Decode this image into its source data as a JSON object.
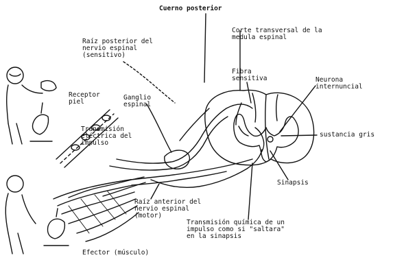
{
  "labels": {
    "cuerno_posterior": "Cuerno posterior",
    "corte_transversal": "Corte transversal de la\nmedula espinal",
    "raiz_posterior": "Raíz posterior del\nnervio espinal\n(sensitivo)",
    "fibra_sensitiva": "Fibra\nsensitiva",
    "neurona_internuncial": "Neurona\ninternuncial",
    "receptor_piel": "Receptor\npiel",
    "ganglio_espinal": "Ganglio\nespinal",
    "transmision_electrica": "Transmisión\neléctrica del\nimpulso",
    "sustancia_gris": "sustancia gris",
    "sinapsis": "Sinapsis",
    "raiz_anterior": "Raíz anterior del\nnervio espinal\n(motor)",
    "transmision_quimica": "Transmisión química de un\nimpulso como si \"saltara\"\nen la sinapsis",
    "efector": "Efector (músculo)"
  }
}
